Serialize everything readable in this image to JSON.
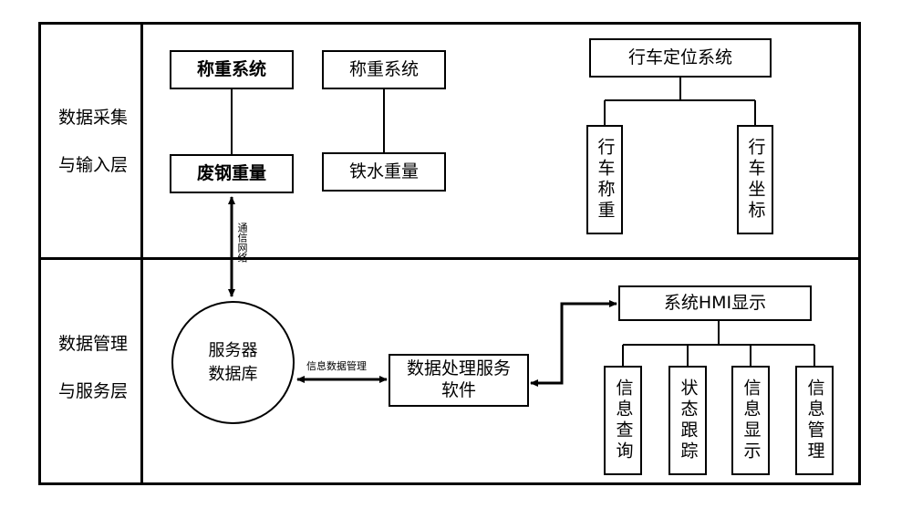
{
  "layers": {
    "top": {
      "line1": "数据采集",
      "line2": "与输入层"
    },
    "bottom": {
      "line1": "数据管理",
      "line2": "与服务层"
    }
  },
  "collection": {
    "weighing_system_1": "称重系统",
    "scrap_steel_weight": "废钢重量",
    "weighing_system_2": "称重系统",
    "molten_iron_weight": "铁水重量",
    "crane_positioning_system": "行车定位系统",
    "crane_weighing": "行车称重",
    "crane_coordinates": "行车坐标"
  },
  "service": {
    "server_database_line1": "服务器",
    "server_database_line2": "数据库",
    "info_data_management": "信息数据管理",
    "network_label": "通信网络",
    "data_processing_line1": "数据处理服务",
    "data_processing_line2": "软件",
    "hmi_display": "系统HMI显示",
    "info_query": "信息查询",
    "status_tracking": "状态跟踪",
    "info_display": "信息显示",
    "info_management": "信息管理"
  }
}
